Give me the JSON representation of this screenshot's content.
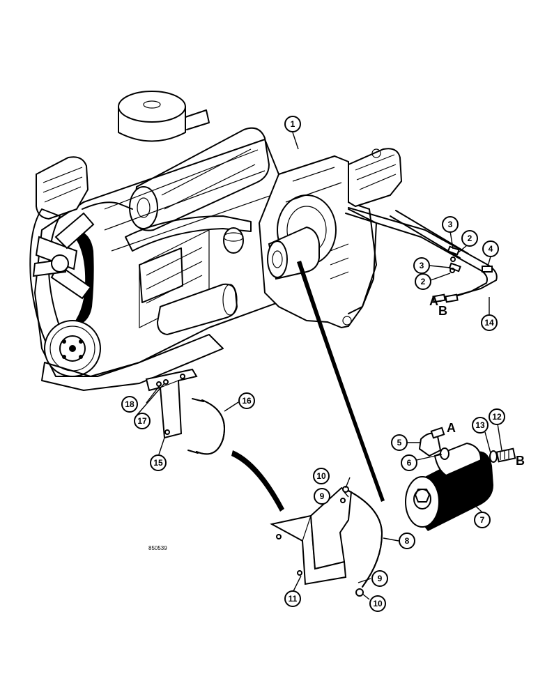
{
  "figure_code": "850539",
  "letters": {
    "a": "A",
    "b": "B"
  },
  "callouts": [
    "1",
    "2",
    "3",
    "4",
    "5",
    "6",
    "7",
    "8",
    "9",
    "10",
    "11",
    "12",
    "13",
    "14",
    "15",
    "16",
    "17",
    "18"
  ]
}
